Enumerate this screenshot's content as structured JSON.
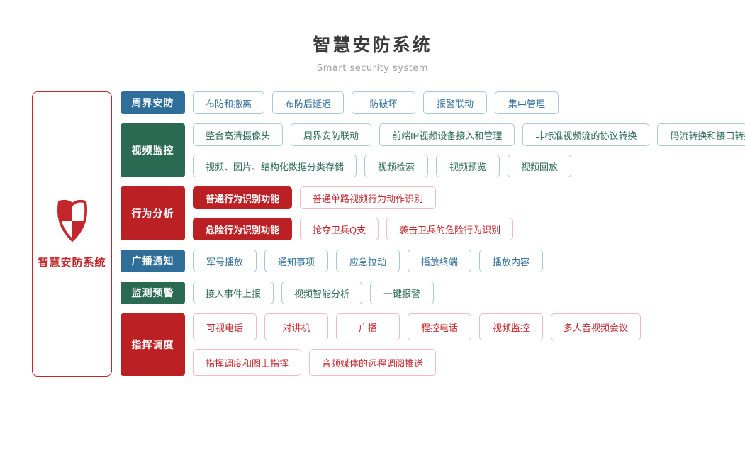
{
  "header": {
    "title": "智慧安防系统",
    "subtitle": "Smart security system"
  },
  "root": {
    "label": "智慧安防系统",
    "icon": "shield-icon"
  },
  "colors": {
    "blue": "#2f6e99",
    "green": "#2b6a52",
    "red_solid": "#bb2025",
    "red_accent": "#c1272d",
    "title_text": "#3a3a3a",
    "subtitle_text": "#9e9e9e"
  },
  "categories": [
    {
      "label": "周界安防",
      "color": "blue",
      "lines": [
        [
          "布防和撤离",
          "布防后延迟",
          "防破坏",
          "报警联动",
          "集中管理"
        ]
      ]
    },
    {
      "label": "视频监控",
      "color": "green",
      "lines": [
        [
          "整合高清摄像头",
          "周界安防联动",
          "前端IP视频设备接入和管理",
          "非标准视频流的协议转换",
          "码流转换和接口转换"
        ],
        [
          "视频、图片、结构化数据分类存储",
          "视频检索",
          "视频预览",
          "视频回放"
        ]
      ]
    },
    {
      "label": "行为分析",
      "color": "red",
      "lines": [
        [
          "普通行为识别功能",
          "普通单路视频行为动作识别"
        ],
        [
          "危险行为识别功能",
          "抢夺卫兵Q支",
          "袭击卫兵的危险行为识别"
        ]
      ]
    },
    {
      "label": "广播通知",
      "color": "blue",
      "lines": [
        [
          "军号播放",
          "通知事项",
          "应急拉动",
          "播放终端",
          "播放内容"
        ]
      ]
    },
    {
      "label": "监测预警",
      "color": "green",
      "lines": [
        [
          "接入事件上报",
          "视频智能分析",
          "一键报警"
        ]
      ]
    },
    {
      "label": "指挥调度",
      "color": "red",
      "lines": [
        [
          "可视电话",
          "对讲机",
          "广播",
          "程控电话",
          "视频监控",
          "多人音视频会议"
        ],
        [
          "指挥调度和图上指挥",
          "音频媒体的远程调阅推送"
        ]
      ]
    }
  ]
}
